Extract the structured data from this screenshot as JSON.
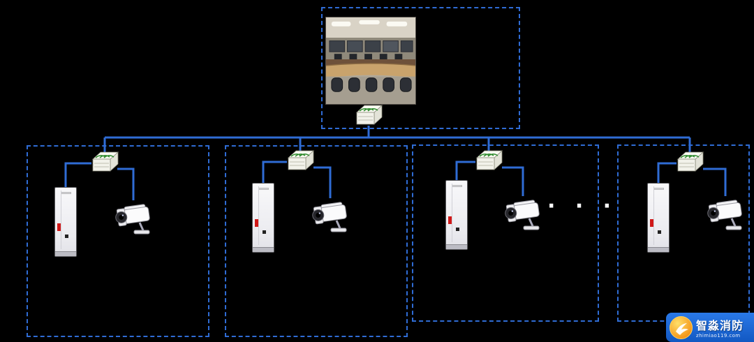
{
  "diagram": {
    "background_color": "#000000",
    "accent_color": "#2f6cd5",
    "monitoring_center": {
      "region": "top-dashed-box",
      "photo": "control-room-photo",
      "switch_icon": "network-switch-icon"
    },
    "branches": [
      {
        "id": 1,
        "switch_icon": "network-switch-icon",
        "cabinet_icon": "equipment-cabinet-icon",
        "camera_icon": "cctv-camera-icon"
      },
      {
        "id": 2,
        "switch_icon": "network-switch-icon",
        "cabinet_icon": "equipment-cabinet-icon",
        "camera_icon": "cctv-camera-icon"
      },
      {
        "id": 3,
        "switch_icon": "network-switch-icon",
        "cabinet_icon": "equipment-cabinet-icon",
        "camera_icon": "cctv-camera-icon"
      },
      {
        "id": 4,
        "switch_icon": "network-switch-icon",
        "cabinet_icon": "equipment-cabinet-icon",
        "camera_icon": "cctv-camera-icon"
      }
    ],
    "ellipsis": "· · ·"
  },
  "logo": {
    "title": "智淼消防",
    "subtitle": "zhimiao119.com",
    "badge_color": "#f59a1e",
    "icon": "flame-circle-icon"
  }
}
